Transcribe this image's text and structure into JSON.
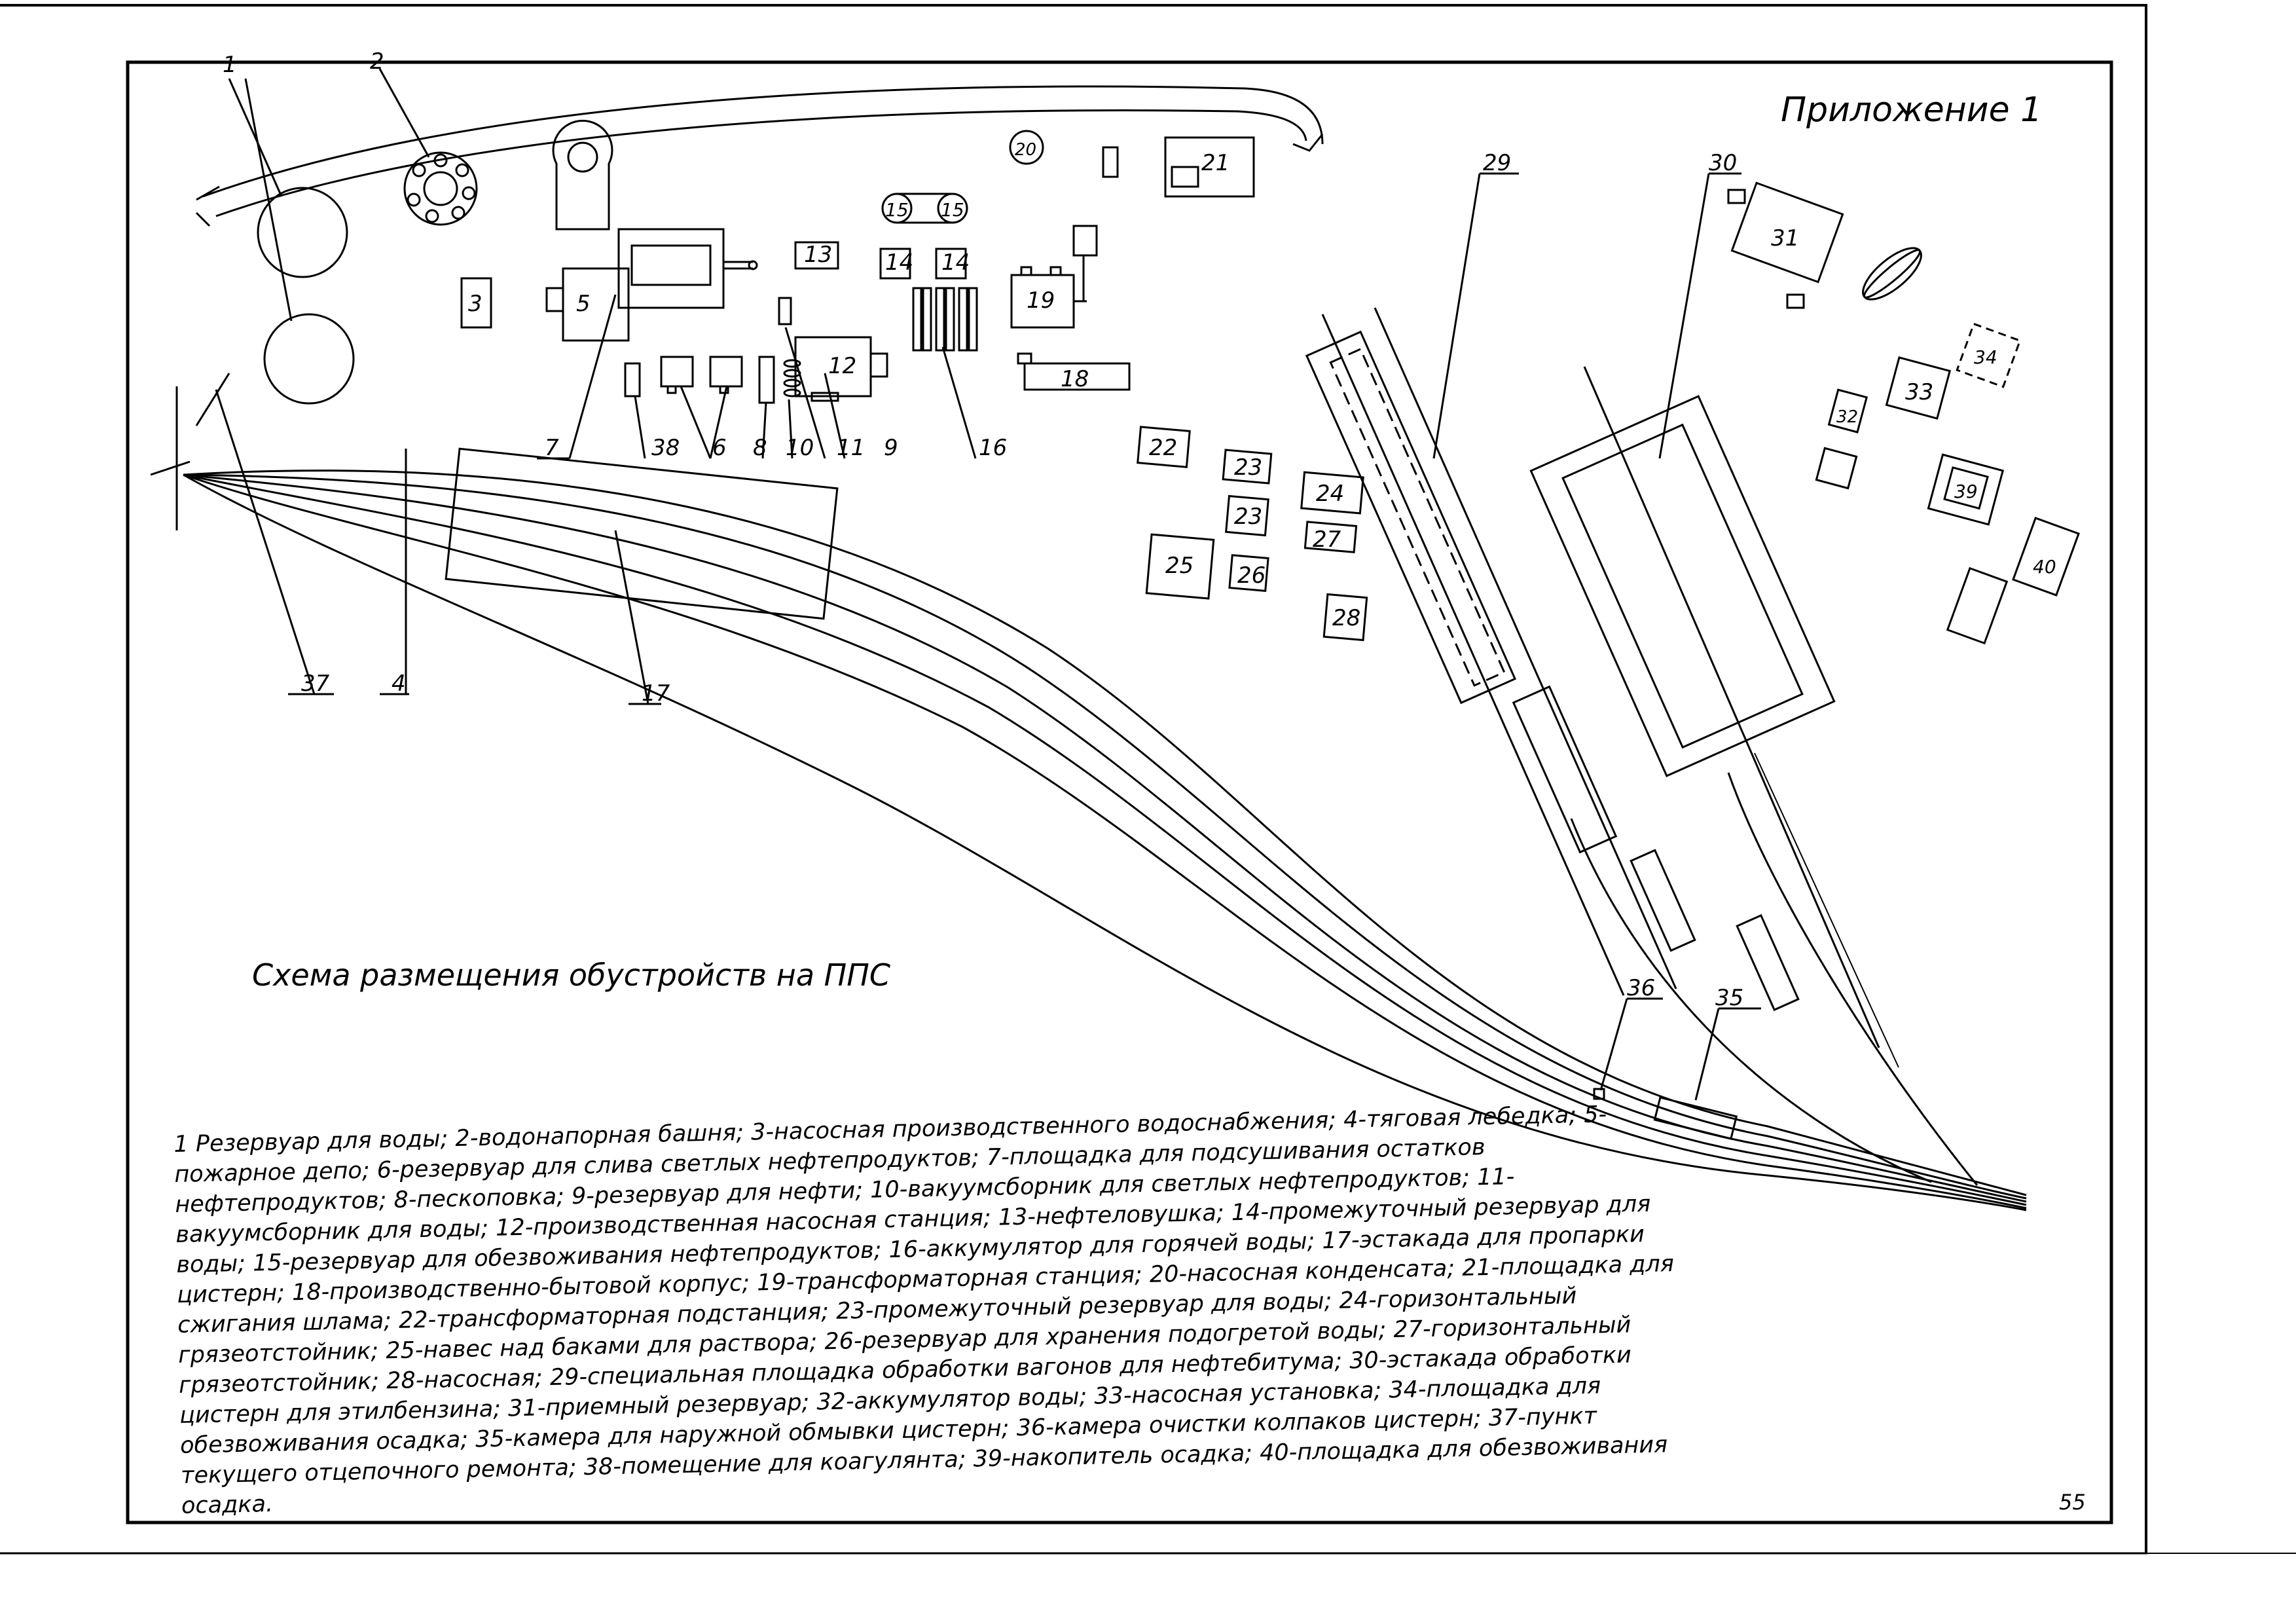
{
  "appendix_label": "Приложение 1",
  "page_number": "55",
  "scheme_title": "Схема размещения обустройств на ППС",
  "structure_labels": {
    "n1": "1",
    "n2": "2",
    "n3": "3",
    "n4": "4",
    "n5": "5",
    "n6": "6",
    "n7": "7",
    "n8": "8",
    "n9": "9",
    "n10": "10",
    "n11": "11",
    "n12": "12",
    "n13": "13",
    "n14a": "14",
    "n14b": "14",
    "n15a": "15",
    "n15b": "15",
    "n16": "16",
    "n17": "17",
    "n18": "18",
    "n19": "19",
    "n20": "20",
    "n21": "21",
    "n22": "22",
    "n23a": "23",
    "n23b": "23",
    "n24": "24",
    "n25": "25",
    "n26": "26",
    "n27": "27",
    "n28": "28",
    "n29": "29",
    "n30": "30",
    "n31": "31",
    "n32": "32",
    "n33": "33",
    "n34": "34",
    "n35": "35",
    "n36": "36",
    "n37": "37",
    "n38": "38",
    "n39": "39",
    "n40": "40"
  },
  "legend_text": "1 Резервуар для воды; 2-водонапорная башня; 3-насосная производственного водоснабжения; 4-тяговая лебедка; 5-пожарное депо; 6-резервуар для слива светлых нефтепродуктов; 7-площадка для подсушивания остатков нефтепродуктов; 8-пескоповка; 9-резервуар для нефти; 10-вакуумсборник для светлых нефтепродуктов; 11-вакуумсборник для воды; 12-производственная насосная станция; 13-нефтеловушка; 14-промежуточный резервуар для воды; 15-резервуар для обезвоживания нефтепродуктов; 16-аккумулятор для горячей воды; 17-эстакада для пропарки цистерн; 18-производственно-бытовой корпус; 19-трансформаторная станция; 20-насосная конденсата; 21-площадка для сжигания шлама; 22-трансформаторная подстанция; 23-промежуточный резервуар для воды; 24-горизонтальный грязеотстойник; 25-навес над баками для раствора; 26-резервуар для хранения подогретой воды; 27-горизонтальный грязеотстойник; 28-насосная; 29-специальная площадка обработки вагонов для нефтебитума; 30-эстакада обработки цистерн для этилбензина; 31-приемный резервуар; 32-аккумулятор воды; 33-насосная установка; 34-площадка для обезвоживания осадка; 35-камера для наружной обмывки цистерн; 36-камера очистки колпаков цистерн; 37-пункт текущего отцепочного ремонта; 38-помещение для коагулянта; 39-накопитель осадка; 40-площадка для обезвоживания осадка."
}
